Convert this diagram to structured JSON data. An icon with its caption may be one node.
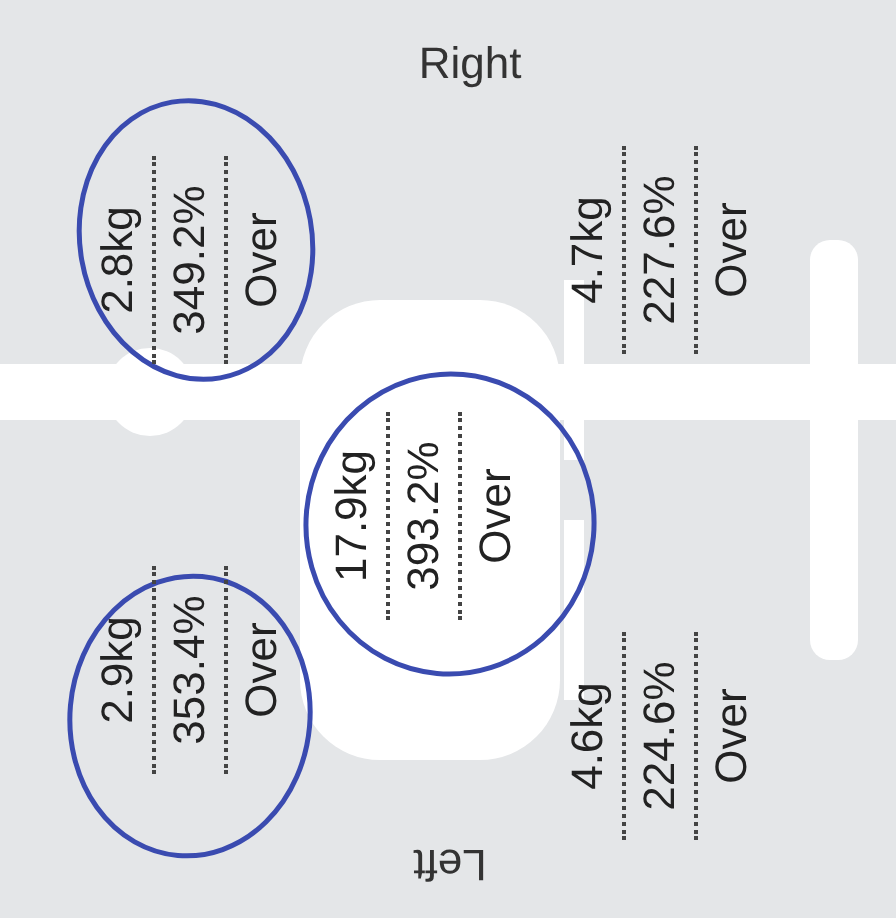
{
  "diagram": {
    "labels": [
      "Right",
      "2.8kg",
      "349.2%",
      "Over",
      "4.7kg",
      "227.6%",
      "Over",
      "17.9kg",
      "393.2%",
      "Over",
      "2.9kg",
      "353.4%",
      "Over",
      "4.6kg",
      "224.6%",
      "Over",
      "Left"
    ]
  }
}
